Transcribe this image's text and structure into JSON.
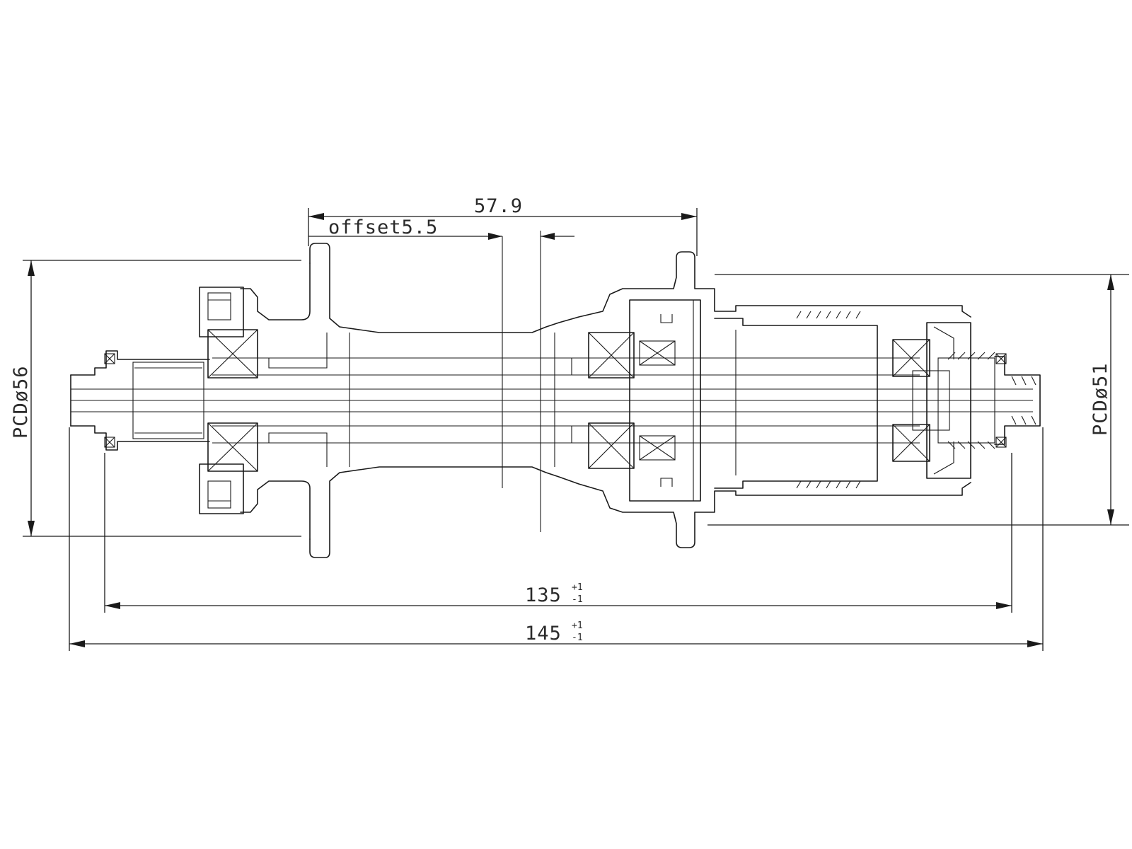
{
  "dimensions": {
    "flange_spacing": "57.9",
    "offset": "offset5.5",
    "pcd_left": "PCDø56",
    "pcd_right": "PCDø51",
    "width_inner": {
      "value": "135",
      "tol_plus": "+1",
      "tol_minus": "-1"
    },
    "width_outer": {
      "value": "145",
      "tol_plus": "+1",
      "tol_minus": "-1"
    }
  }
}
